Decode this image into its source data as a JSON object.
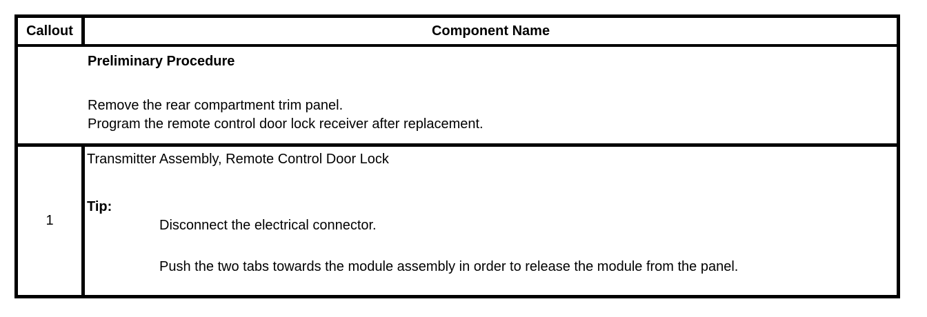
{
  "table": {
    "header": {
      "callout_label": "Callout",
      "component_name_label": "Component Name"
    },
    "preliminary": {
      "title": "Preliminary Procedure",
      "steps": [
        "Remove the rear compartment trim panel.",
        "Program the remote control door lock receiver after replacement."
      ]
    },
    "rows": [
      {
        "callout": "1",
        "component": "Transmitter Assembly, Remote Control Door Lock",
        "tip_label": "Tip:",
        "tip_steps": [
          "Disconnect the electrical connector.",
          "Push the two tabs towards the module assembly in order to release the module from the panel."
        ]
      }
    ],
    "colors": {
      "border": "#000000",
      "text": "#000000",
      "background": "#ffffff"
    }
  }
}
